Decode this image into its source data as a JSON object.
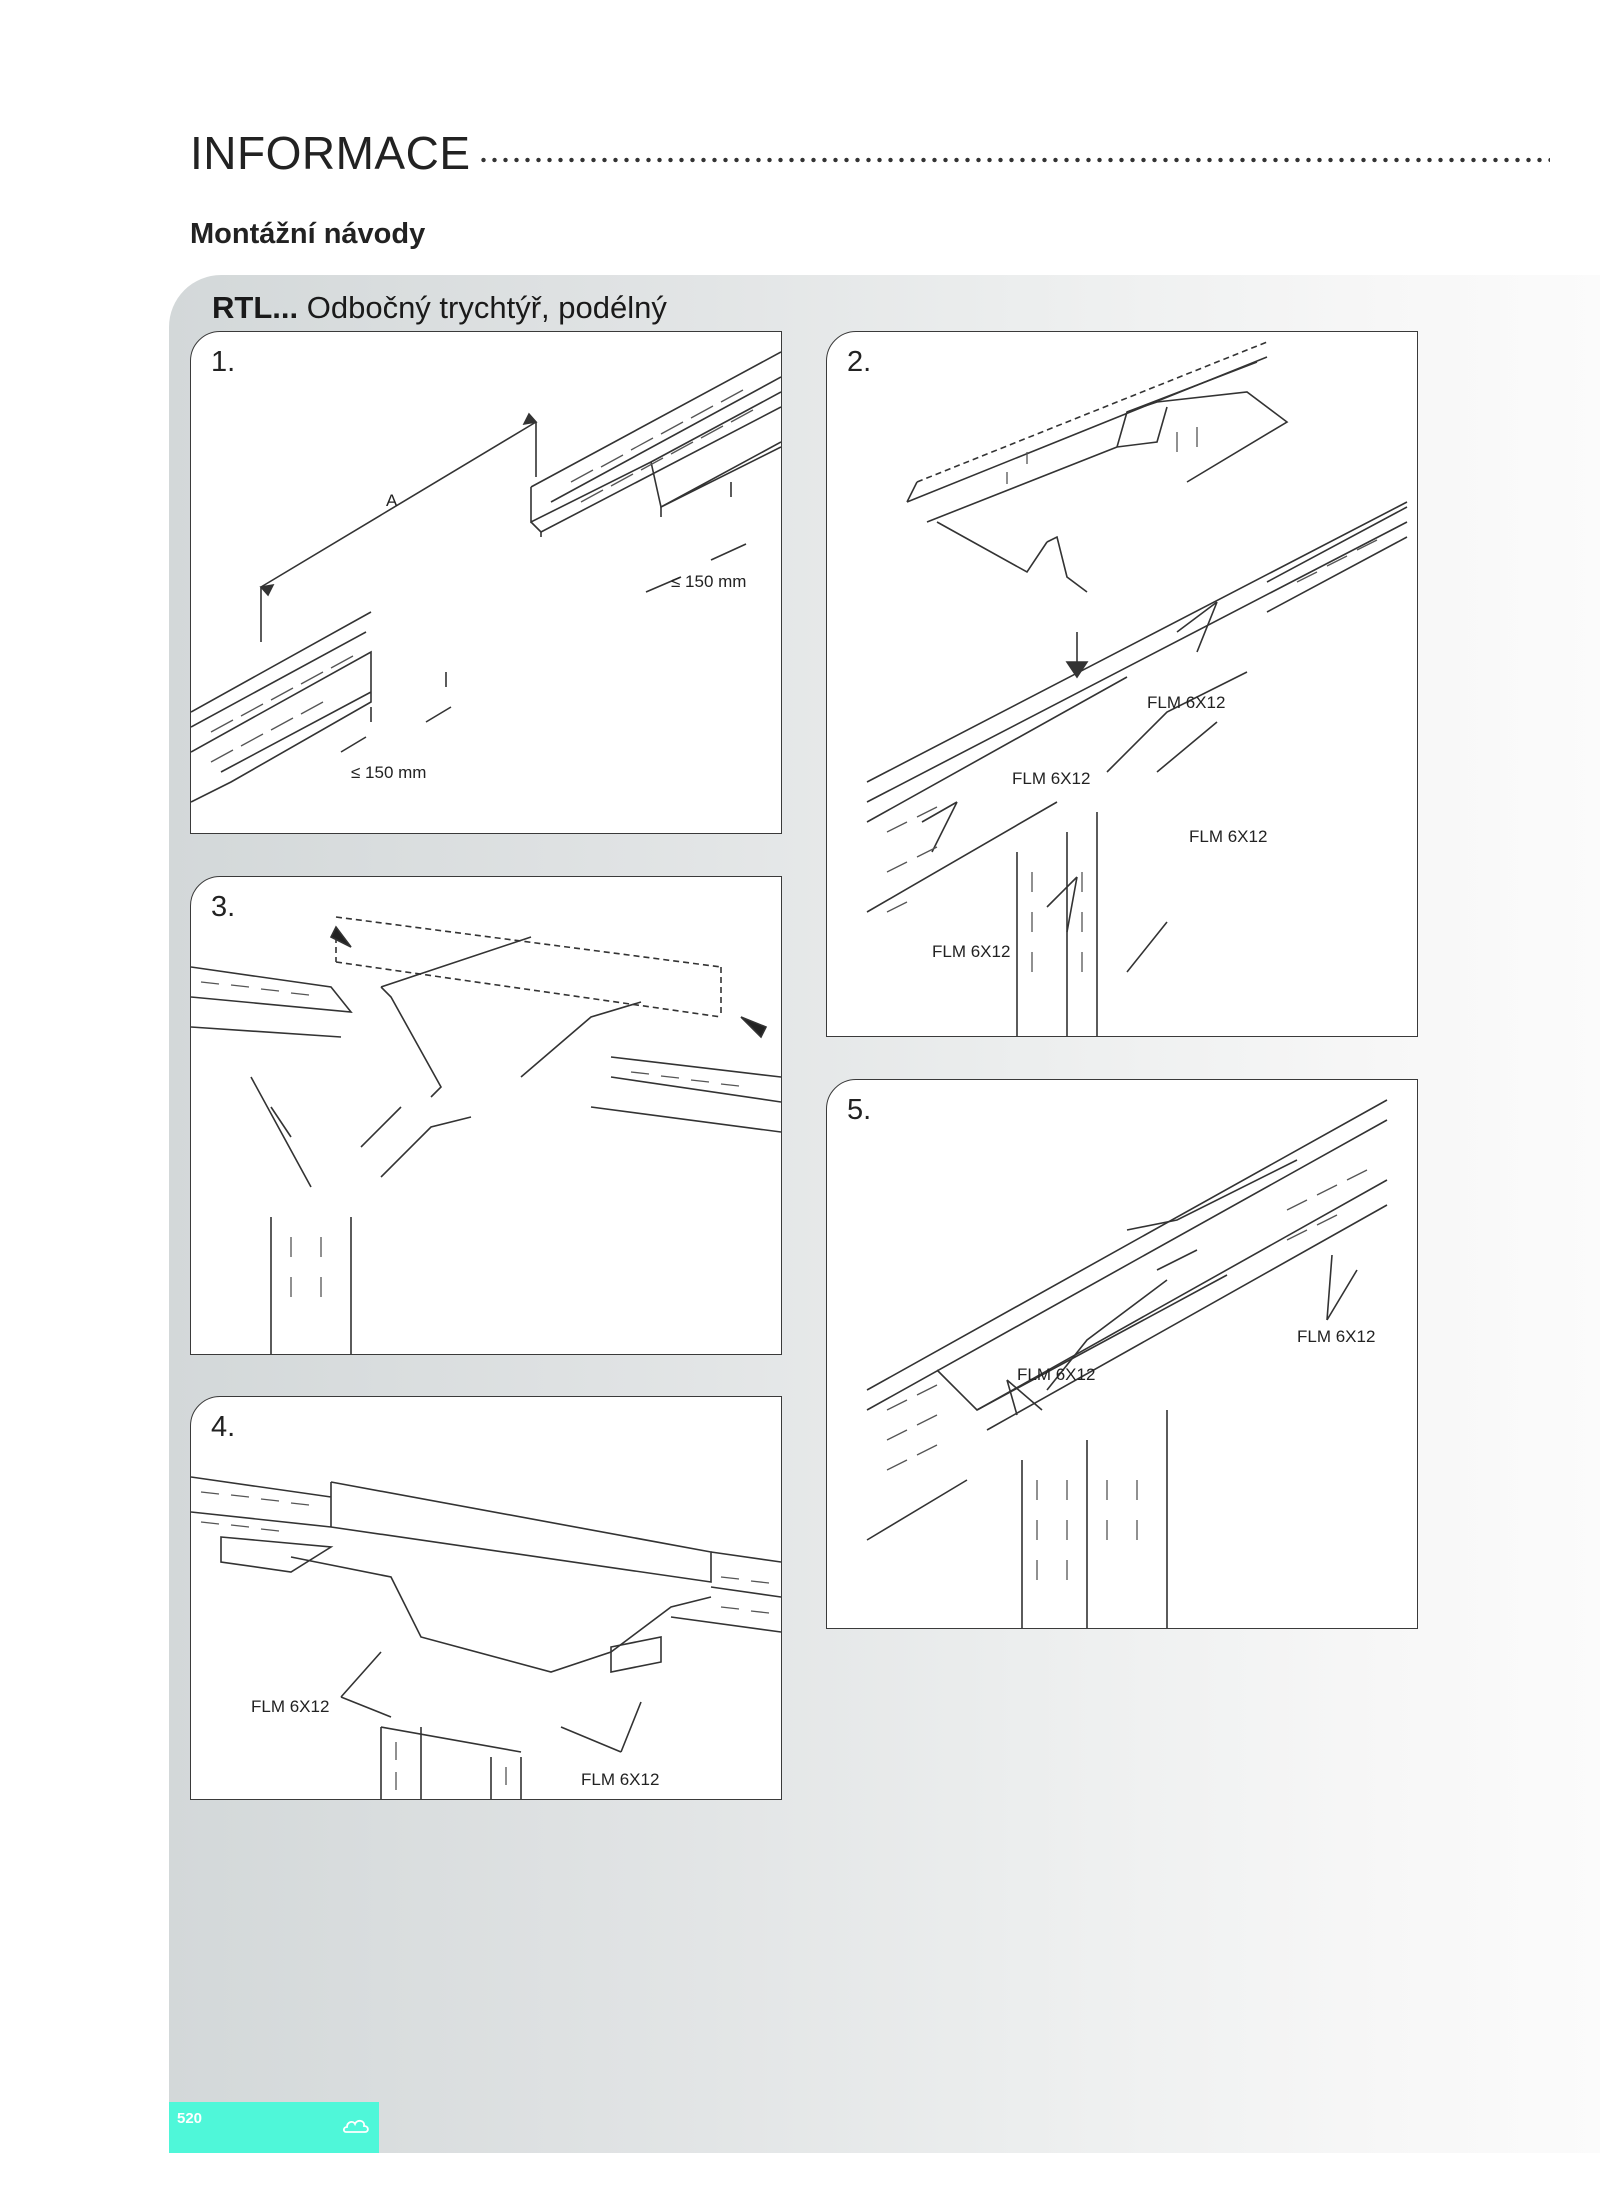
{
  "header": {
    "title": "INFORMACE",
    "subtitle": "Montážní návody"
  },
  "section": {
    "code": "RTL...",
    "description": "Odbočný trychtýř, podélný"
  },
  "steps": [
    {
      "label": "1.",
      "dimension_a": "A",
      "dim_upper": "≤ 150 mm",
      "dim_lower": "≤ 150 mm"
    },
    {
      "label": "2.",
      "callouts": [
        "FLM 6X12",
        "FLM 6X12",
        "FLM 6X12",
        "FLM 6X12"
      ]
    },
    {
      "label": "3."
    },
    {
      "label": "4.",
      "callouts": [
        "FLM 6X12",
        "FLM 6X12"
      ]
    },
    {
      "label": "5.",
      "callouts": [
        "FLM 6X12",
        "FLM 6X12"
      ]
    }
  ],
  "footer": {
    "page": "520",
    "icon": "cloud-logo-icon"
  },
  "colors": {
    "accent": "#4ff7d9",
    "panel_border": "#3a3a3a",
    "background_gray": "#d3d8d9"
  }
}
